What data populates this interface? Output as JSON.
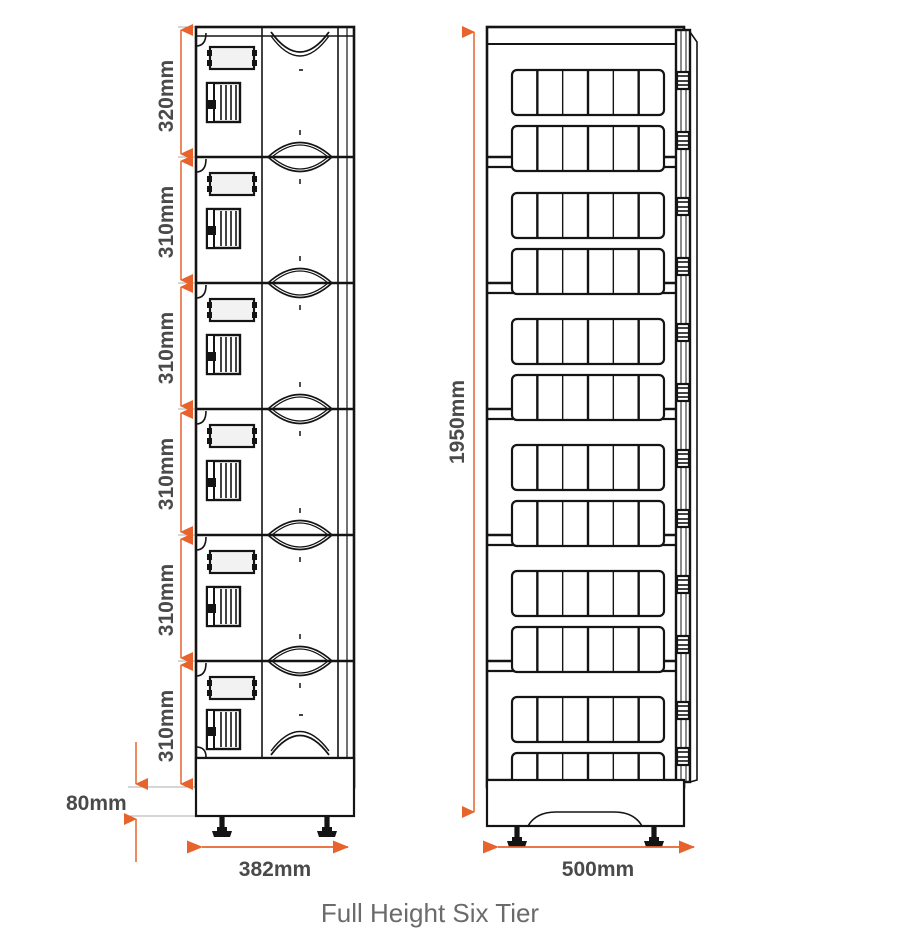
{
  "figure": {
    "caption": "Full Height Six Tier",
    "accent_color": "#e8632b",
    "line_color": "#141414",
    "text_color": "#4a4a4a",
    "caption_color": "#6b6b6b",
    "background": "#ffffff"
  },
  "views": {
    "front": {
      "name": "front-view",
      "width_label": "382mm",
      "base_label": "80mm",
      "tier_count": 6
    },
    "side": {
      "name": "side-view",
      "width_label": "500mm",
      "height_label": "1950mm",
      "tier_count": 6,
      "cells_per_row": 6,
      "rows_per_tier": 2
    }
  },
  "dimensions": {
    "tier_heights": [
      "320mm",
      "310mm",
      "310mm",
      "310mm",
      "310mm",
      "310mm"
    ],
    "base_height": "80mm",
    "front_width": "382mm",
    "side_width": "500mm",
    "total_height": "1950mm"
  },
  "icons": {
    "arrow_up": "arrow-up-icon",
    "arrow_down": "arrow-down-icon",
    "arrow_left": "arrow-left-icon",
    "arrow_right": "arrow-right-icon"
  }
}
